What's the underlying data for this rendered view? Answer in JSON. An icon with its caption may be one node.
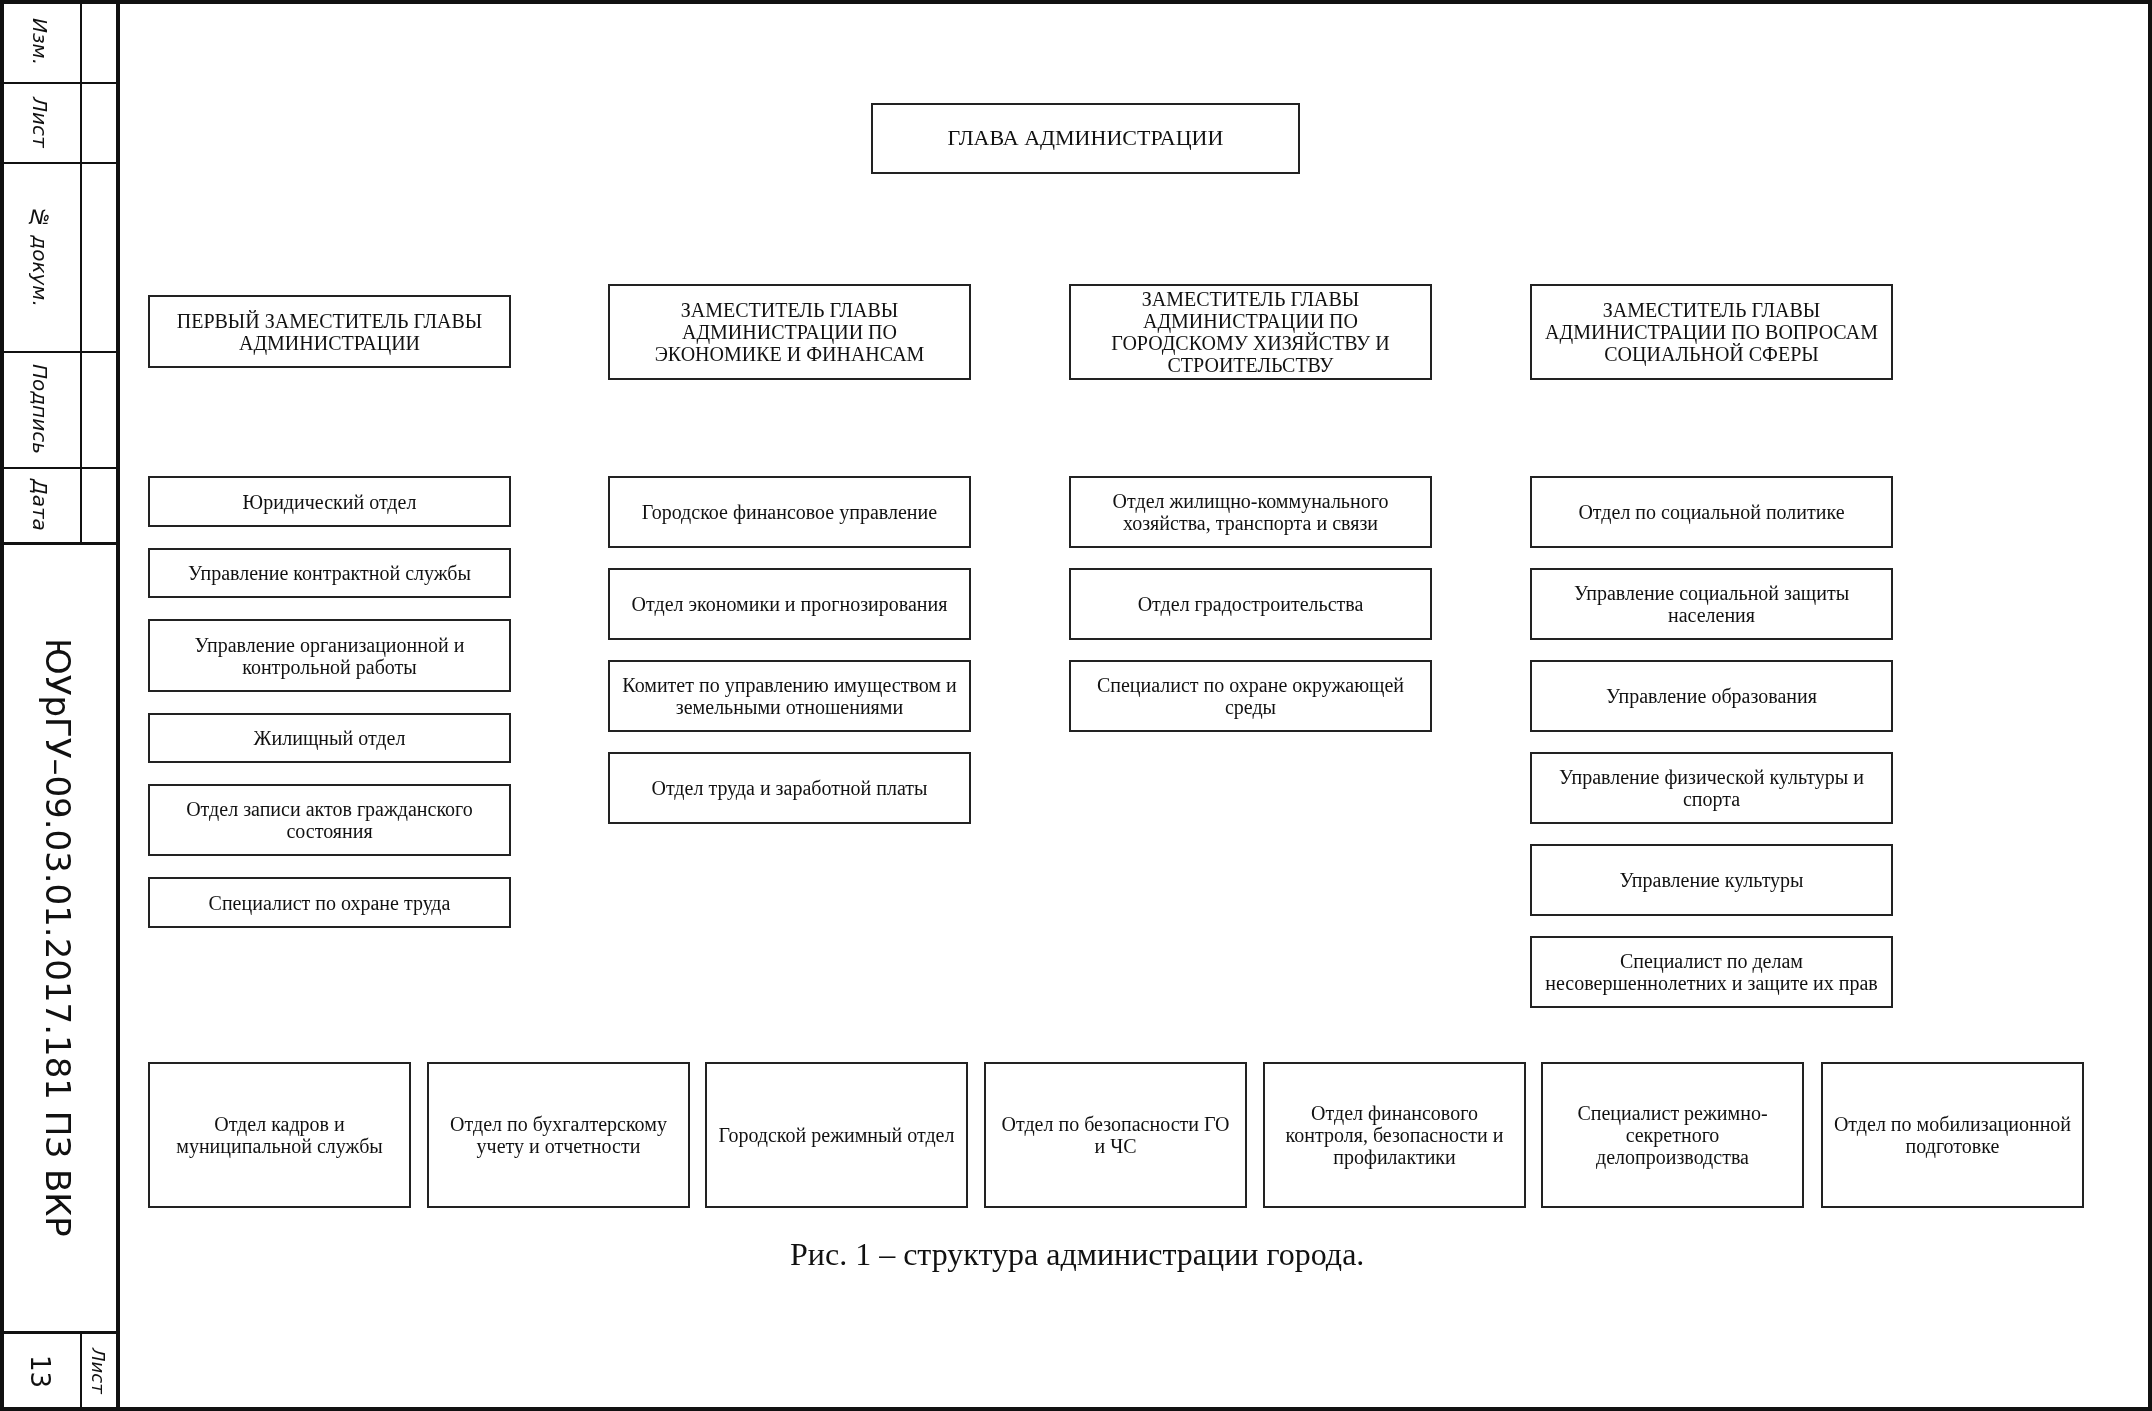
{
  "diagram": {
    "caption": "Рис. 1 – структура администрации города.",
    "nodes": [
      {
        "text": [
          "ГЛАВА АДМИНИСТРАЦИИ"
        ]
      },
      {
        "text": [
          "ПЕРВЫЙ ЗАМЕСТИТЕЛЬ ГЛАВЫ АДМИНИСТРАЦИИ"
        ]
      },
      {
        "text": [
          "ЗАМЕСТИТЕЛЬ ГЛАВЫ АДМИНИСТРАЦИИ ПО ЭКОНОМИКЕ И ФИНАНСАМ"
        ]
      },
      {
        "text": [
          "ЗАМЕСТИТЕЛЬ ГЛАВЫ АДМИНИСТРАЦИИ ПО ГОРОДСКОМУ ХИЗЯЙСТВУ И СТРОИТЕЛЬСТВУ"
        ]
      },
      {
        "text": [
          "ЗАМЕСТИТЕЛЬ ГЛАВЫ АДМИНИСТРАЦИИ ПО ВОПРОСАМ СОЦИАЛЬНОЙ СФЕРЫ"
        ]
      },
      {
        "text": [
          "Юридический отдел"
        ]
      },
      {
        "text": [
          "Управление контрактной службы"
        ]
      },
      {
        "text": [
          "Управление организационной и контрольной работы"
        ]
      },
      {
        "text": [
          "Жилищный отдел"
        ]
      },
      {
        "text": [
          "Отдел записи актов гражданского состояния"
        ]
      },
      {
        "text": [
          "Специалист по охране труда"
        ]
      },
      {
        "text": [
          "Городское финансовое управление"
        ]
      },
      {
        "text": [
          "Отдел экономики и прогнозирования"
        ]
      },
      {
        "text": [
          "Комитет по управлению имуществом и земельными отношениями"
        ]
      },
      {
        "text": [
          "Отдел труда и заработной платы"
        ]
      },
      {
        "text": [
          "Отдел жилищно-коммунального хозяйства, транспорта и связи"
        ]
      },
      {
        "text": [
          "Отдел градостроительства"
        ]
      },
      {
        "text": [
          "Специалист по охране окружающей среды"
        ]
      },
      {
        "text": [
          "Отдел по социальной политике"
        ]
      },
      {
        "text": [
          "Управление социальной защиты населения"
        ]
      },
      {
        "text": [
          "Управление образования"
        ]
      },
      {
        "text": [
          "Управление физической культуры и спорта"
        ]
      },
      {
        "text": [
          "Управление культуры"
        ]
      },
      {
        "text": [
          "Специалист по делам несовершеннолетних и защите их прав"
        ]
      },
      {
        "text": [
          "Отдел кадров и муниципальной службы"
        ]
      },
      {
        "text": [
          "Отдел по бухгалтерскому учету и отчетности"
        ]
      },
      {
        "text": [
          "Городской режимный отдел"
        ]
      },
      {
        "text": [
          "Отдел по безопасности ГО и ЧС"
        ]
      },
      {
        "text": [
          "Отдел финансового контроля, безопасности и профилактики"
        ]
      },
      {
        "text": [
          "Специалист режимно-секретного делопроизводства"
        ]
      },
      {
        "text": [
          "Отдел по мобилизационной подготовке"
        ]
      }
    ],
    "labels": [
      "Изм.",
      "Лист",
      "№ докум.",
      "Подпись",
      "Дата",
      "ЮУрГУ–09.03.01.2017.181 ПЗ ВКР",
      "Лист",
      "13"
    ]
  }
}
